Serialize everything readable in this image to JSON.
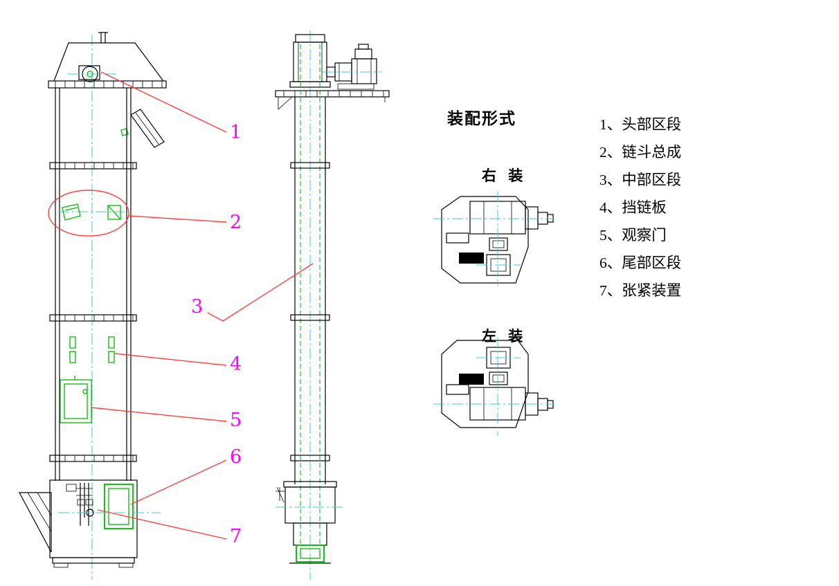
{
  "colors": {
    "background": "#ffffff",
    "outline": "#000000",
    "accent_green": "#00b800",
    "centerline_cyan": "#3cc8d0",
    "callout_magenta": "#ff00ff",
    "leader_red": "#ff4040"
  },
  "labels": {
    "assembly_title": "装配形式",
    "right_mount": "右 装",
    "left_mount": "左 装"
  },
  "callouts": {
    "c1": "1",
    "c2": "2",
    "c3": "3",
    "c4": "4",
    "c5": "5",
    "c6": "6",
    "c7": "7"
  },
  "legend": {
    "items": [
      "1、头部区段",
      "2、链斗总成",
      "3、中部区段",
      "4、挡链板",
      "5、观察门",
      "6、尾部区段",
      "7、张紧装置"
    ]
  }
}
